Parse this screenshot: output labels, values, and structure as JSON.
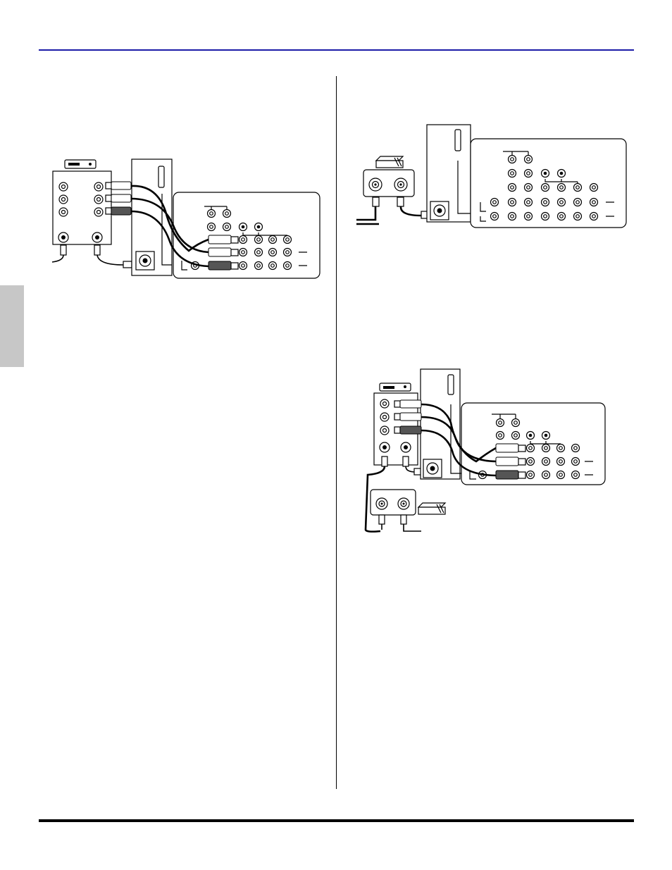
{
  "page": {
    "header_rule_color": "#1b1ba8",
    "footer_rule_color": "#000000",
    "side_tab_color": "#c7c7c7"
  },
  "diagrams": [
    {
      "id": "vcr-to-tv-audio-video",
      "icons": [
        "vcr-icon",
        "rca-plug-icon",
        "rf-connector-icon",
        "jack-panel-icon"
      ]
    },
    {
      "id": "cable-box-to-tv-rf",
      "icons": [
        "cable-box-icon",
        "rf-connector-icon",
        "jack-panel-icon"
      ]
    },
    {
      "id": "vcr-and-cable-box-to-tv",
      "icons": [
        "vcr-icon",
        "cable-box-icon",
        "rca-plug-icon",
        "rf-connector-icon",
        "jack-panel-icon"
      ]
    }
  ]
}
